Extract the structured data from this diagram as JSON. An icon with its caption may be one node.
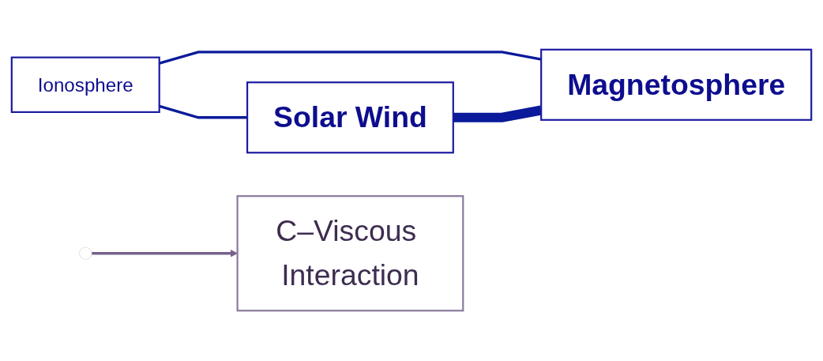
{
  "diagram": {
    "nodes": [
      {
        "text": [
          "Ionosphere"
        ]
      },
      {
        "text": [
          "Magnetosphere"
        ]
      },
      {
        "text": [
          "Solar Wind"
        ]
      },
      {
        "text": [
          "C–Viscous Interaction"
        ]
      }
    ],
    "edges": [
      {
        "from": 0,
        "to": 1,
        "arrow": "none"
      },
      {
        "from": 0,
        "to": 2,
        "arrow": "none"
      },
      {
        "from": 2,
        "to": 1,
        "arrow": "none",
        "style": "thick"
      },
      {
        "from": null,
        "to": 3,
        "arrow": "to",
        "color": "#76628c"
      }
    ]
  }
}
